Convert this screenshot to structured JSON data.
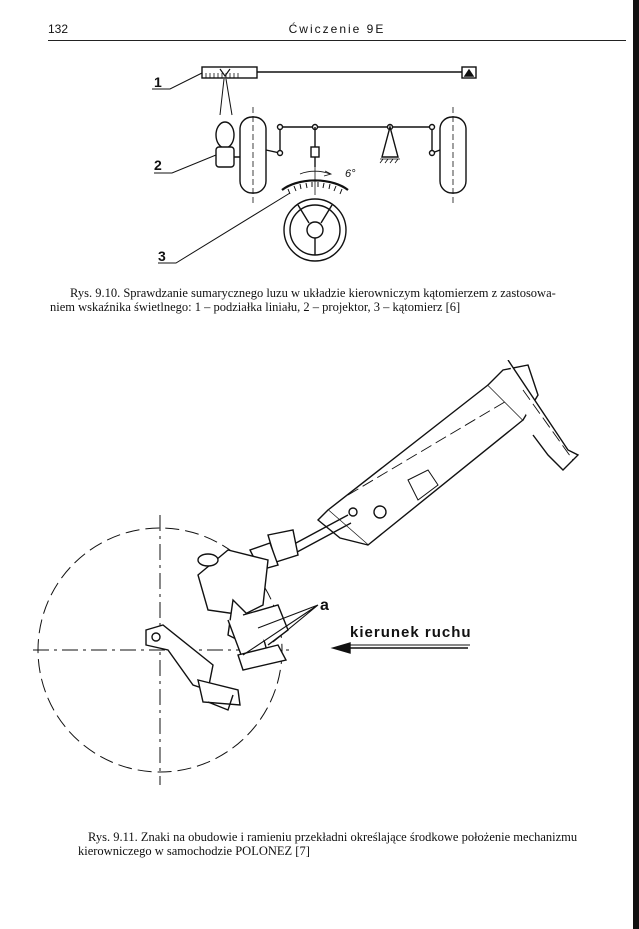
{
  "header": {
    "page_number": "132",
    "running_title": "Ćwiczenie 9E"
  },
  "figure_1": {
    "labels": [
      "1",
      "2",
      "3"
    ],
    "angle_label": "6°",
    "caption_line_1": "Rys. 9.10. Sprawdzanie sumarycznego luzu w układzie kierowniczym kątomierzem z zastosowa-",
    "caption_line_2": "niem wskaźnika świetlnego: 1 – podziałka liniału, 2 – projektor, 3 – kątomierz [6]"
  },
  "figure_2": {
    "marker_label": "a",
    "direction_label": "kierunek ruchu",
    "caption_line_1": "Rys. 9.11. Znaki na obudowie i ramieniu przekładni określające środkowe położenie mechanizmu",
    "caption_line_2": "kierowniczego w samochodzie POLONEZ [7]"
  }
}
